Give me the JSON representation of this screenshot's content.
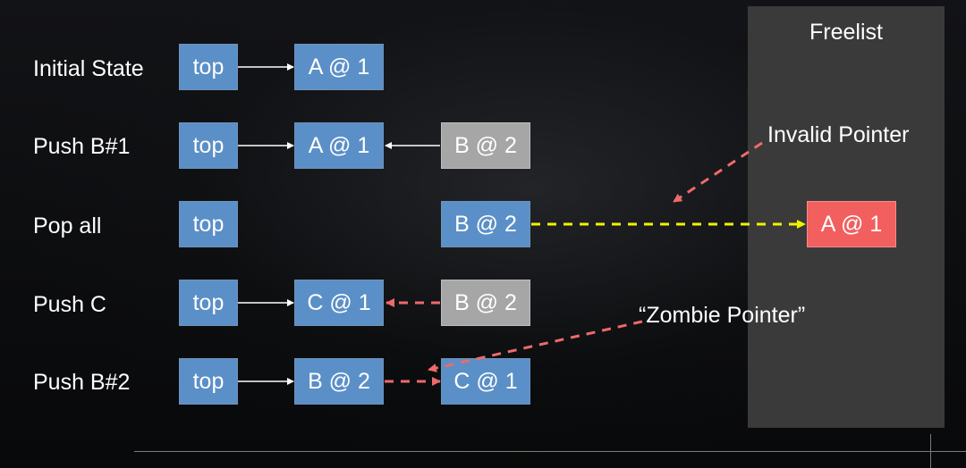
{
  "rows": [
    {
      "label": "Initial State"
    },
    {
      "label": "Push B#1"
    },
    {
      "label": "Pop all"
    },
    {
      "label": "Push C"
    },
    {
      "label": "Push B#2"
    }
  ],
  "boxes": {
    "row1_top": "top",
    "row1_a": "A @ 1",
    "row2_top": "top",
    "row2_a": "A @ 1",
    "row2_b": "B @ 2",
    "row3_top": "top",
    "row3_b": "B @ 2",
    "row4_top": "top",
    "row4_c": "C @ 1",
    "row4_b": "B @ 2",
    "row5_top": "top",
    "row5_b": "B @ 2",
    "row5_c": "C @ 1"
  },
  "freelist": {
    "title": "Freelist",
    "item": "A @ 1"
  },
  "annotations": {
    "invalid": "Invalid Pointer",
    "zombie": "“Zombie Pointer”"
  },
  "colors": {
    "node_blue": "#5b8fc7",
    "node_gray": "#a6a6a6",
    "node_red": "#f25f5f",
    "freelist_bg": "#3a3a3a",
    "arrow_white": "#ffffff",
    "arrow_red": "#ee6a6a",
    "arrow_yellow": "#f2f200"
  }
}
